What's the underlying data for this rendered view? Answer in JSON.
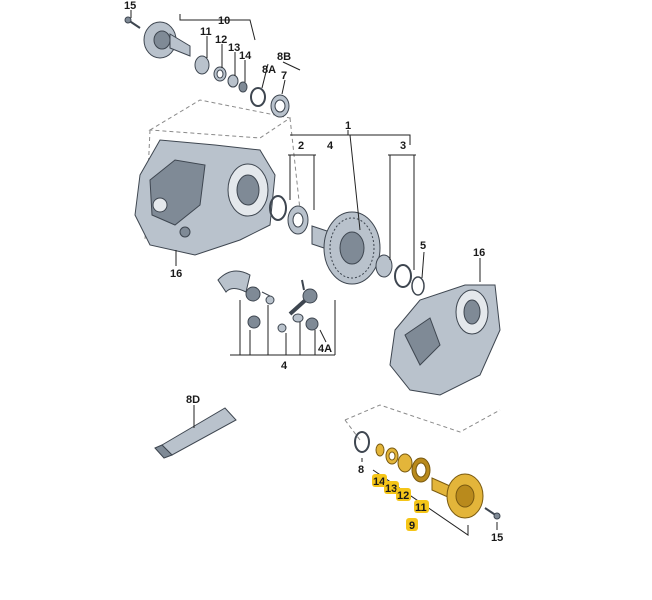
{
  "labels": {
    "l15_top": "15",
    "l10": "10",
    "l11_top": "11",
    "l12_top": "12",
    "l13_top": "13",
    "l14_top": "14",
    "l8b": "8B",
    "l8a": "8A",
    "l7": "7",
    "l1": "1",
    "l2": "2",
    "l4_gear": "4",
    "l3": "3",
    "l5": "5",
    "l16_left": "16",
    "l16_right": "16",
    "l4_diff": "4",
    "l4a": "4A",
    "l8d": "8D",
    "l8_bottom": "8",
    "l15_bottom": "15"
  },
  "highlighted": {
    "h14": "14",
    "h13": "13",
    "h12": "12",
    "h11": "11",
    "h9": "9"
  },
  "colors": {
    "highlight": "#f5c518",
    "part_light": "#b9c2cc",
    "part_dark": "#7f8a96",
    "gold_part": "#e3b53a"
  }
}
